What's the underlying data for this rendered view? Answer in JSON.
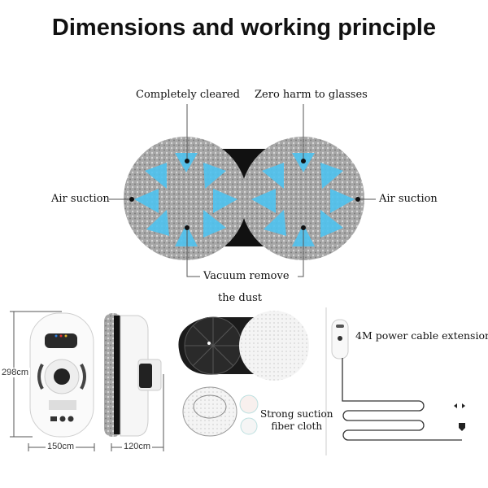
{
  "title": "Dimensions and working principle",
  "diagram": {
    "label_top_left": "Completely cleared",
    "label_top_right": "Zero harm to glasses",
    "label_left": "Air suction",
    "label_right": "Air suction",
    "label_bottom_line1": "Vacuum remove",
    "label_bottom_line2": "the dust"
  },
  "dimensions": {
    "height": "298cm",
    "width": "150cm",
    "depth": "120cm"
  },
  "accessories": {
    "cloth_label_line1": "Strong suction",
    "cloth_label_line2": "fiber cloth",
    "cable_label": "4M power cable extension"
  },
  "colors": {
    "arrow_blue": "#4fc3f0",
    "pad_gray": "#a9a9a9"
  }
}
